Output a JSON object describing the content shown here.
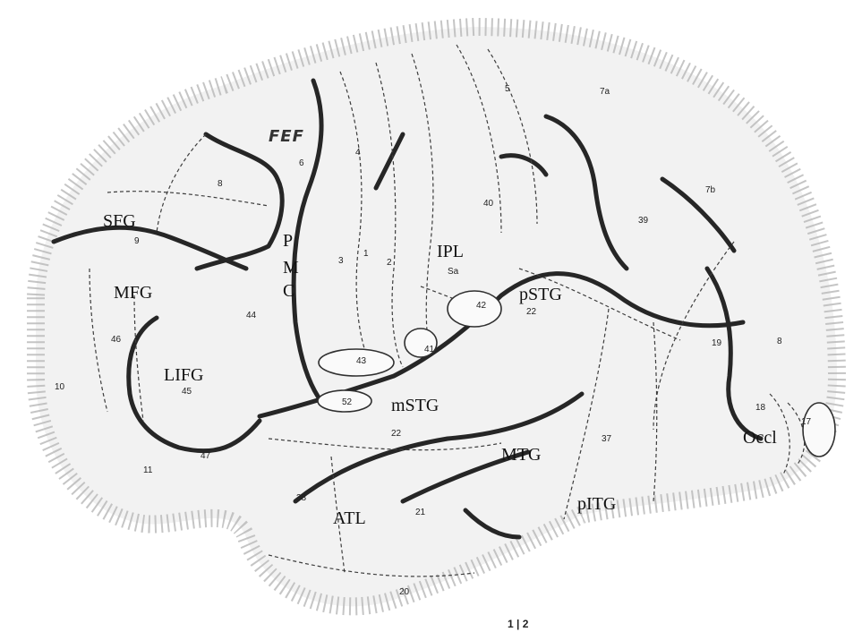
{
  "labels": {
    "sfg": "SFG",
    "mfg": "MFG",
    "lifg": "LIFG",
    "fef": "FEF",
    "pmc_p": "P",
    "pmc_m": "M",
    "pmc_c": "C",
    "ipl": "IPL",
    "pstg": "pSTG",
    "mstg": "mSTG",
    "mtg": "MTG",
    "pitg": "pITG",
    "atl": "ATL",
    "occl": "Occl"
  },
  "areas": {
    "a9": "9",
    "a8": "8",
    "a6": "6",
    "a4": "4",
    "a5": "5",
    "a7a": "7a",
    "a7b": "7b",
    "a40": "40",
    "a39": "39",
    "a3": "3",
    "a1": "1",
    "a2": "2",
    "a46": "46",
    "a10": "10",
    "a45": "45",
    "a44": "44",
    "a43": "43",
    "a41": "41",
    "a42": "42",
    "a22_upper": "22",
    "a22_lower": "22",
    "a52": "52",
    "a47": "47",
    "a11": "11",
    "a38": "38",
    "a21": "21",
    "a20": "20",
    "a37": "37",
    "a19": "19",
    "a18": "18",
    "a17": "17",
    "a8b": "8",
    "sa": "Sa",
    "footer": "1 | 2"
  }
}
